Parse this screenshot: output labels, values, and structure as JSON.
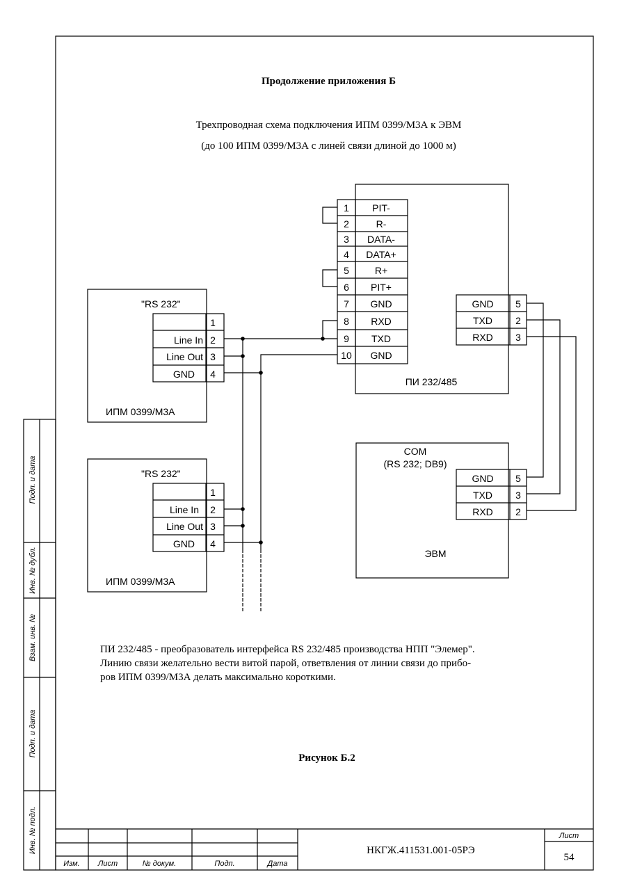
{
  "page": {
    "heading": "Продолжение приложения Б",
    "title_line1": "Трехпроводная схема подключения ИПМ 0399/М3А к ЭВМ",
    "title_line2": "(до 100 ИПМ 0399/М3А с линей связи длиной до 1000 м)",
    "note_lines": [
      "ПИ 232/485 - преобразователь интерфейса RS 232/485 производства НПП \"Элемер\".",
      "Линию связи желательно вести витой парой, ответвления от линии связи до прибо-",
      "ров ИПМ 0399/М3А делать максимально короткими."
    ],
    "caption": "Рисунок Б.2"
  },
  "diagram": {
    "device_a": {
      "name": "ИПМ 0399/М3А",
      "port": "\"RS 232\"",
      "pins": [
        {
          "label": "",
          "num": "1"
        },
        {
          "label": "Line In",
          "num": "2"
        },
        {
          "label": "Line Out",
          "num": "3"
        },
        {
          "label": "GND",
          "num": "4"
        }
      ]
    },
    "device_b": {
      "name": "ИПМ 0399/М3А",
      "port": "\"RS 232\"",
      "pins": [
        {
          "label": "",
          "num": "1"
        },
        {
          "label": "Line In",
          "num": "2"
        },
        {
          "label": "Line Out",
          "num": "3"
        },
        {
          "label": "GND",
          "num": "4"
        }
      ]
    },
    "converter": {
      "name": "ПИ 232/485",
      "left_pins": [
        {
          "num": "1",
          "label": "PIT-"
        },
        {
          "num": "2",
          "label": "R-"
        },
        {
          "num": "3",
          "label": "DATA-"
        },
        {
          "num": "4",
          "label": "DATA+"
        },
        {
          "num": "5",
          "label": "R+"
        },
        {
          "num": "6",
          "label": "PIT+"
        },
        {
          "num": "7",
          "label": "GND"
        },
        {
          "num": "8",
          "label": "RXD"
        },
        {
          "num": "9",
          "label": "TXD"
        },
        {
          "num": "10",
          "label": "GND"
        }
      ],
      "right_pins": [
        {
          "label": "GND",
          "num": "5"
        },
        {
          "label": "TXD",
          "num": "2"
        },
        {
          "label": "RXD",
          "num": "3"
        }
      ]
    },
    "computer": {
      "name": "ЭВМ",
      "port_line1": "COM",
      "port_line2": "(RS 232; DB9)",
      "pins": [
        {
          "label": "GND",
          "num": "5"
        },
        {
          "label": "TXD",
          "num": "3"
        },
        {
          "label": "RXD",
          "num": "2"
        }
      ]
    }
  },
  "sidebar": [
    "Подп. и дата",
    "Инв. № дубл.",
    "Взам. инв. №",
    "Подп. и дата",
    "Инв. № подл."
  ],
  "title_block": {
    "labels": [
      "Изм.",
      "Лист",
      "№ докум.",
      "Подп.",
      "Дата"
    ],
    "doc_code": "НКГЖ.411531.001-05РЭ",
    "sheet_label": "Лист",
    "sheet_number": "54"
  }
}
